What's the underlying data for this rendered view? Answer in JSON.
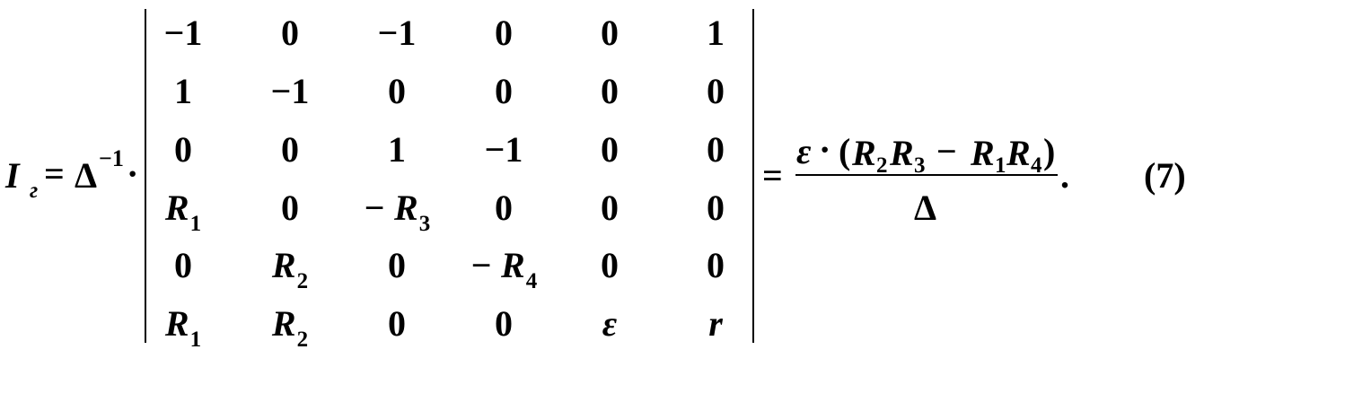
{
  "lhs": {
    "symbol": "I",
    "subscript": "г",
    "equals": "=",
    "delta": "Δ",
    "delta_exponent": "−1",
    "dot": "·"
  },
  "matrix": [
    [
      {
        "t": "−1"
      },
      {
        "t": "0"
      },
      {
        "t": "−1"
      },
      {
        "t": "0"
      },
      {
        "t": "0"
      },
      {
        "t": "1"
      }
    ],
    [
      {
        "t": "1"
      },
      {
        "t": "−1"
      },
      {
        "t": "0"
      },
      {
        "t": "0"
      },
      {
        "t": "0"
      },
      {
        "t": "0"
      }
    ],
    [
      {
        "t": "0"
      },
      {
        "t": "0"
      },
      {
        "t": "1"
      },
      {
        "t": "−1"
      },
      {
        "t": "0"
      },
      {
        "t": "0"
      }
    ],
    [
      {
        "t": "R",
        "s": "1"
      },
      {
        "t": "0"
      },
      {
        "t": "− R",
        "s": "3"
      },
      {
        "t": "0"
      },
      {
        "t": "0"
      },
      {
        "t": "0"
      }
    ],
    [
      {
        "t": "0"
      },
      {
        "t": "R",
        "s": "2"
      },
      {
        "t": "0"
      },
      {
        "t": "− R",
        "s": "4"
      },
      {
        "t": "0"
      },
      {
        "t": "0"
      }
    ],
    [
      {
        "t": "R",
        "s": "1"
      },
      {
        "t": "R",
        "s": "2"
      },
      {
        "t": "0"
      },
      {
        "t": "0"
      },
      {
        "t": "ε"
      },
      {
        "t": "r"
      }
    ]
  ],
  "rhs": {
    "equals": "=",
    "numerator": {
      "eps": "ε",
      "dot": "·",
      "open": "(",
      "r2": "R",
      "r2_sub": "2",
      "r3": "R",
      "r3_sub": "3",
      "minus": "−",
      "r1": "R",
      "r1_sub": "1",
      "r4": "R",
      "r4_sub": "4",
      "close": ")"
    },
    "denominator": "Δ",
    "period": "."
  },
  "equation_number": "(7)"
}
